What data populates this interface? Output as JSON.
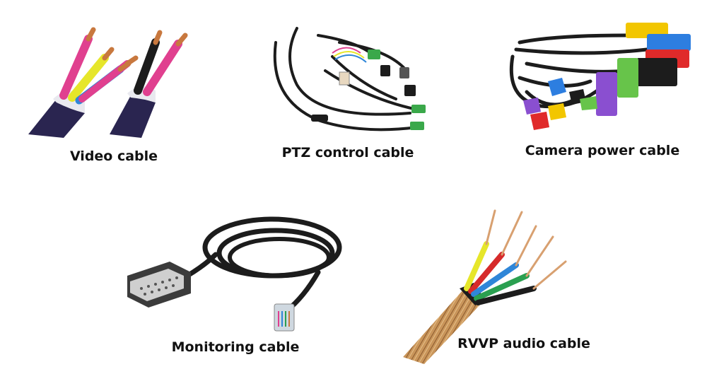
{
  "items": [
    {
      "caption": "Video cable",
      "icon": "video-cable-image"
    },
    {
      "caption": "PTZ control cable",
      "icon": "ptz-control-cable-image"
    },
    {
      "caption": "Camera power cable",
      "icon": "camera-power-cable-image"
    },
    {
      "caption": "Monitoring cable",
      "icon": "monitoring-cable-image"
    },
    {
      "caption": "RVVP audio cable",
      "icon": "rvvp-audio-cable-image"
    }
  ],
  "colors": {
    "jacket_navy": "#2a2550",
    "copper": "#c8783e",
    "wire_pink": "#e0408f",
    "wire_yellow": "#e6e62a",
    "wire_blue": "#2f86d8",
    "wire_red": "#d62a2a",
    "wire_green": "#2aa050",
    "braid_gold": "#c9955a",
    "cable_black": "#1c1c1c",
    "connector_green": "#3aa84a",
    "plug_yellow": "#f2c600",
    "plug_blue": "#2d7ee0",
    "plug_red": "#e02a2a",
    "plug_purple": "#8a4fd0",
    "plug_green": "#67c44a"
  }
}
